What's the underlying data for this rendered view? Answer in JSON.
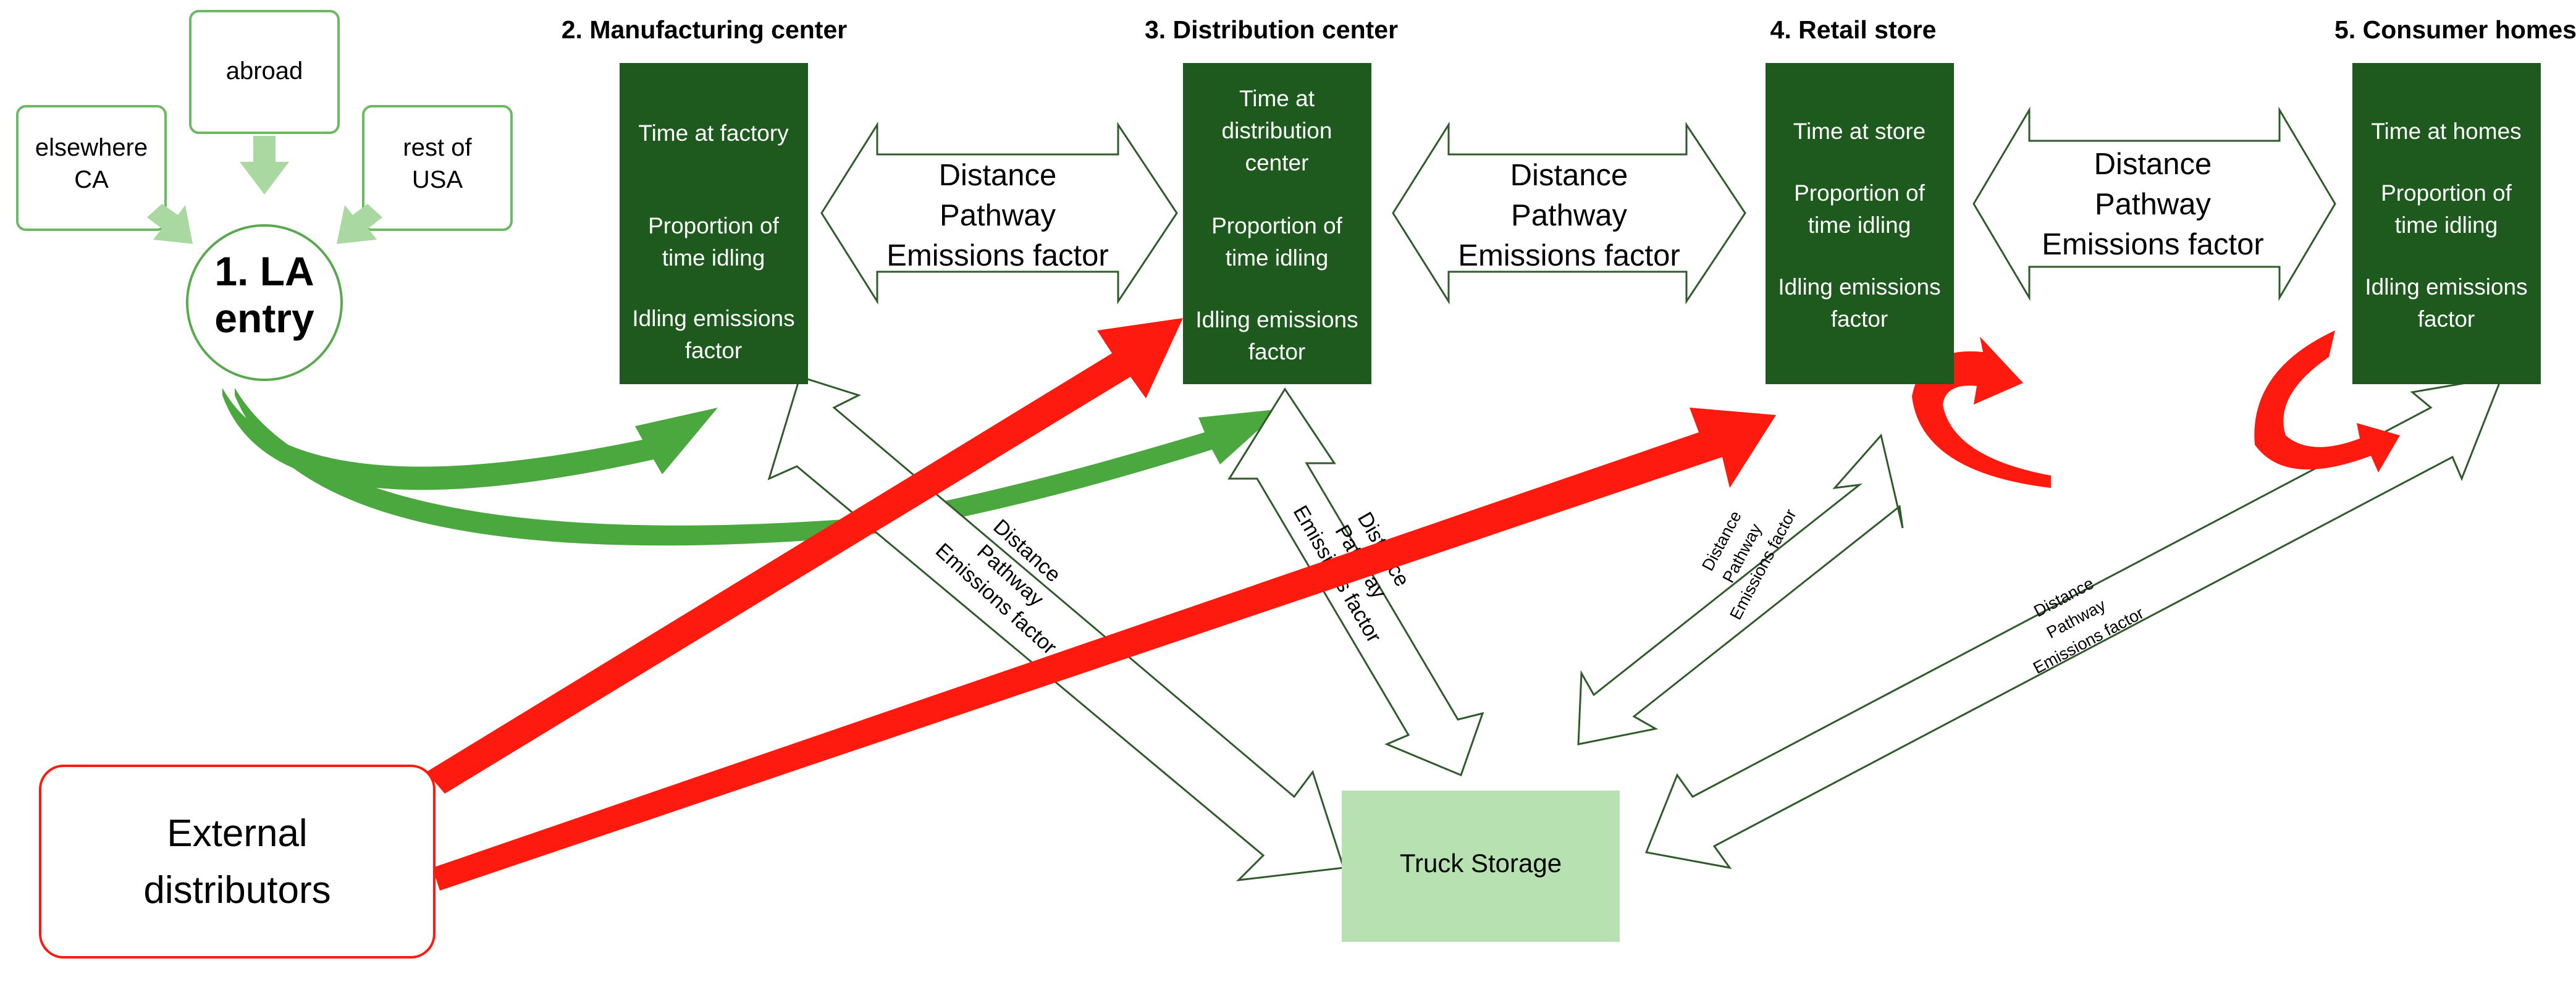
{
  "colors": {
    "dark_green": "#1e5a1e",
    "light_green": "#b7e1b0",
    "mid_green": "#4aa83f",
    "pale_green": "#a9d8a0",
    "outline_green": "#5aa84f",
    "red": "#ff1a0f",
    "arrow_outline": "#2f5a2a"
  },
  "origins": {
    "abroad": "abroad",
    "elsewhere": [
      "elsewhere",
      "CA"
    ],
    "rest_of_usa": [
      "rest of",
      "USA"
    ]
  },
  "la_entry": [
    "1. LA",
    "entry"
  ],
  "stages": {
    "manufacturing": {
      "title": "2. Manufacturing center",
      "lines": [
        "Time at factory",
        "",
        "Proportion of",
        "time idling",
        "",
        "Idling emissions",
        "factor"
      ]
    },
    "distribution": {
      "title": "3. Distribution center",
      "lines": [
        "Time at",
        "distribution",
        "center",
        "Proportion of",
        "time idling",
        "",
        "Idling emissions",
        "factor"
      ]
    },
    "retail": {
      "title": "4. Retail store",
      "lines": [
        "Time at  store",
        "",
        "Proportion of",
        "time idling",
        "",
        "Idling emissions",
        "factor"
      ]
    },
    "consumer": {
      "title": "5. Consumer homes",
      "lines": [
        "Time at  homes",
        "",
        "Proportion of",
        "time idling",
        "",
        "Idling emissions",
        "factor"
      ]
    }
  },
  "connector_label": [
    "Distance",
    "Pathway",
    "Emissions factor"
  ],
  "truck_storage": "Truck Storage",
  "external_distributors": [
    "External",
    "distributors"
  ]
}
